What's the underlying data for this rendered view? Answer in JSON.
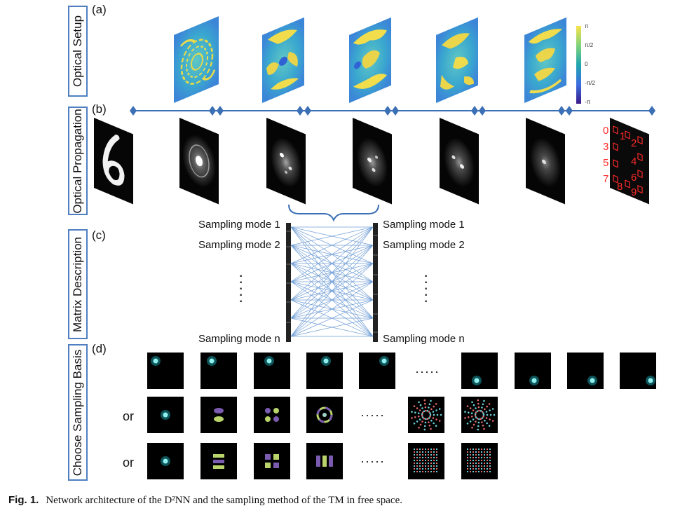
{
  "row_labels": {
    "a": "Optical Setup",
    "b": "Optical Propagation",
    "c": "Matrix Description",
    "d": "Choose Sampling Basis"
  },
  "panel_letters": {
    "a": "(a)",
    "b": "(b)",
    "c": "(c)",
    "d": "(d)"
  },
  "colorbar": {
    "ticks": [
      "π",
      "π/2",
      "0",
      "-π/2",
      "-π"
    ]
  },
  "digit_input": "6",
  "detector_labels": [
    "0",
    "1",
    "2",
    "3",
    "4",
    "5",
    "6",
    "7",
    "8",
    "9"
  ],
  "matrix": {
    "left_modes": [
      "Sampling mode 1",
      "Sampling mode 2",
      "Sampling mode n"
    ],
    "right_modes": [
      "Sampling mode 1",
      "Sampling mode 2",
      "Sampling mode n"
    ]
  },
  "basis": {
    "or_label": "or",
    "ellipsis": "·····"
  },
  "caption": {
    "label": "Fig. 1.",
    "text": "Network architecture of the D²NN and the sampling method of the TM in free space."
  },
  "colors": {
    "accent": "#3b6fb6",
    "box": "#4f7fc0",
    "detector": "#ff2a2a"
  }
}
